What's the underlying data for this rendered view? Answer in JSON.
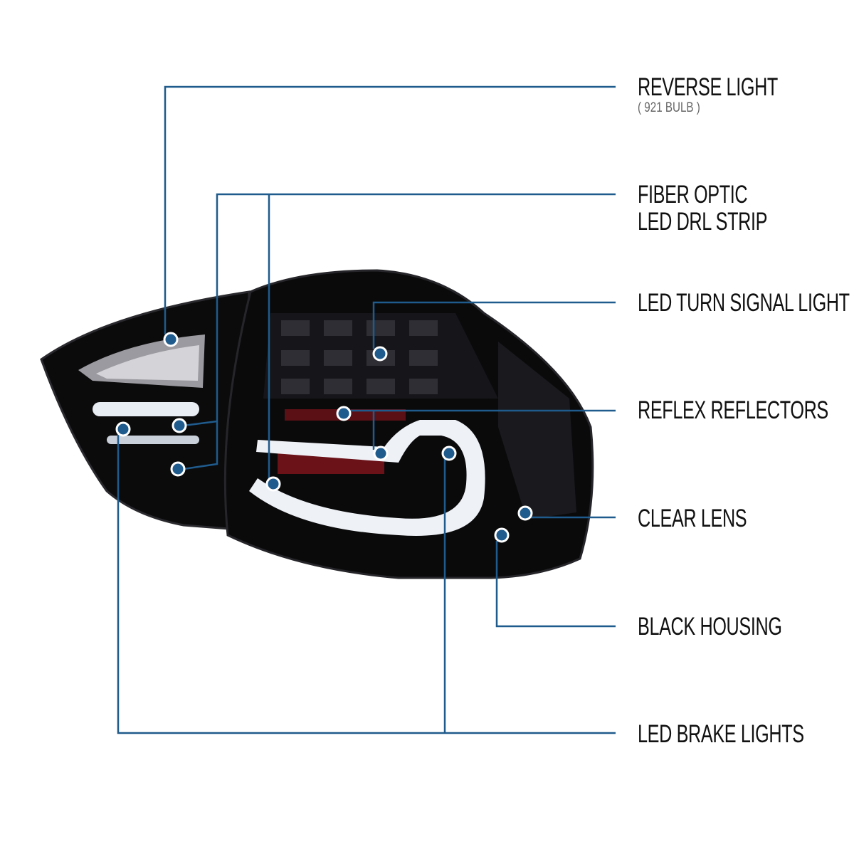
{
  "colors": {
    "callout_line": "#1f5b8c",
    "dot_fill": "#1f5b8c",
    "text": "#111111",
    "subtext": "#666666"
  },
  "callouts": [
    {
      "label": "REVERSE LIGHT",
      "sublabel": "( 921  BULB )"
    },
    {
      "label": "FIBER OPTIC",
      "label2": "LED DRL STRIP"
    },
    {
      "label": "LED TURN SIGNAL LIGHT"
    },
    {
      "label": "REFLEX REFLECTORS"
    },
    {
      "label": "CLEAR LENS"
    },
    {
      "label": "BLACK HOUSING"
    },
    {
      "label": "LED BRAKE LIGHTS"
    }
  ]
}
